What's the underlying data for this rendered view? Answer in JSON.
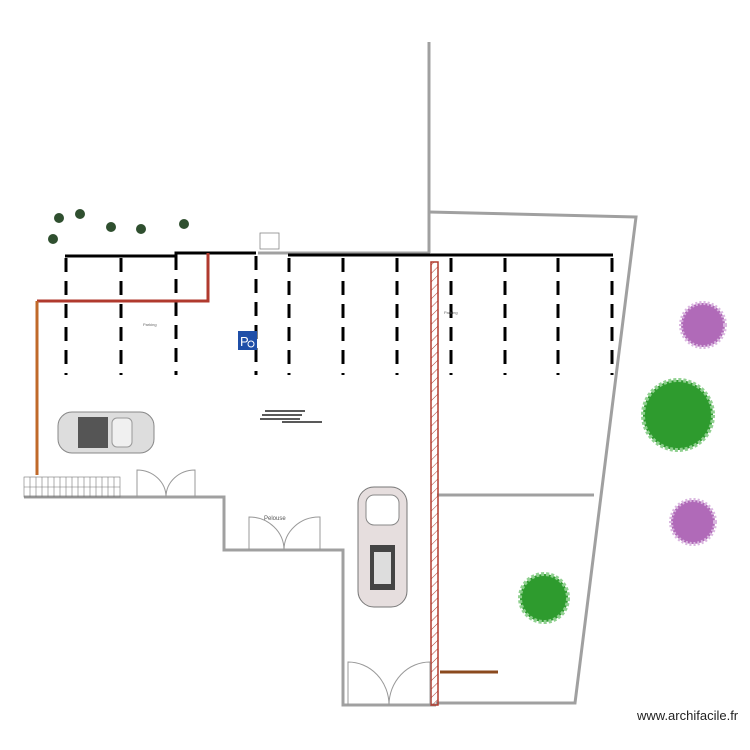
{
  "plan": {
    "zones": [
      {
        "label": "Parking"
      },
      {
        "label": "Parking"
      },
      {
        "label": "Pelouse"
      }
    ],
    "accessible_sign": "parking-accessible-icon",
    "colors": {
      "wall": "#9e9e9e",
      "parking_line": "#000000",
      "red_fence": "#b03a2e",
      "orange_fence": "#c0692a",
      "tree_green": "#2e9b2e",
      "tree_pink": "#b06ab8",
      "sign_blue": "#1f4fa8"
    }
  },
  "watermark": "www.archifacile.fr"
}
